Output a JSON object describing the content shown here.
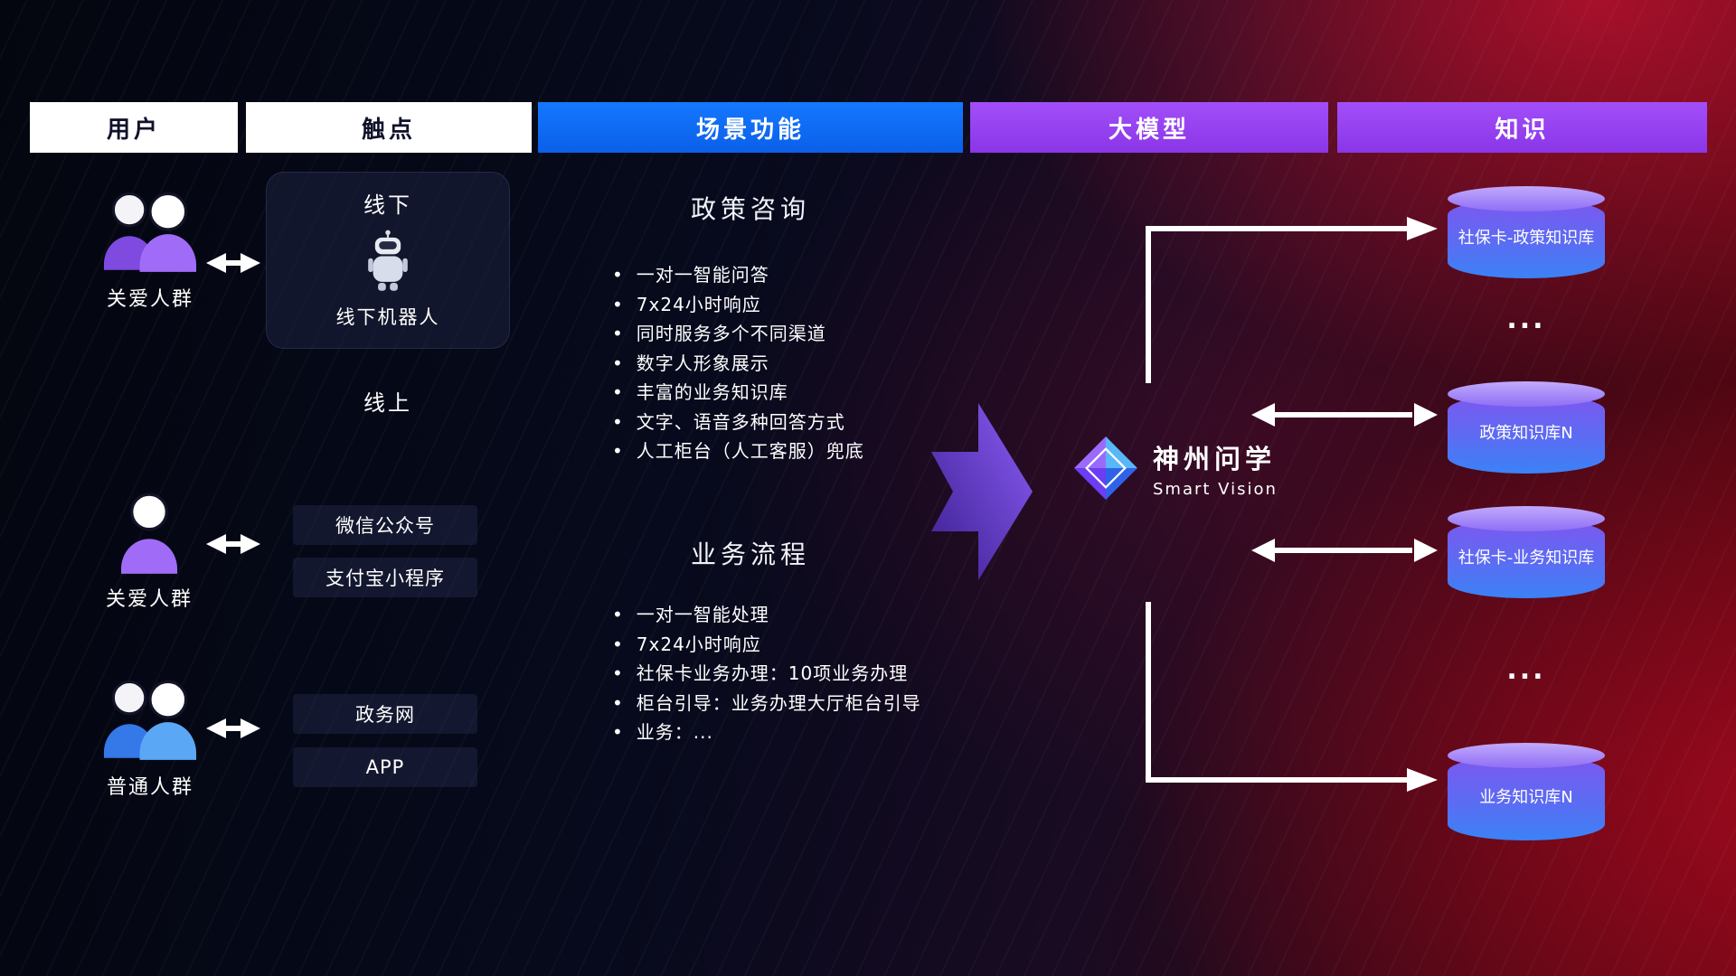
{
  "header": {
    "columns": [
      {
        "label": "用户"
      },
      {
        "label": "触点"
      },
      {
        "label": "场景功能"
      },
      {
        "label": "大模型"
      },
      {
        "label": "知识"
      }
    ]
  },
  "users": [
    {
      "label": "关爱人群"
    },
    {
      "label": "关爱人群"
    },
    {
      "label": "普通人群"
    }
  ],
  "touchpoints": {
    "offline_title": "线下",
    "offline_robot_label": "线下机器人",
    "online_title": "线上",
    "channels": [
      {
        "label": "微信公众号"
      },
      {
        "label": "支付宝小程序"
      },
      {
        "label": "政务网"
      },
      {
        "label": "APP"
      }
    ]
  },
  "scenes": [
    {
      "title": "政策咨询",
      "items": [
        "一对一智能问答",
        "7x24小时响应",
        "同时服务多个不同渠道",
        "数字人形象展示",
        "丰富的业务知识库",
        "文字、语音多种回答方式",
        "人工柜台（人工客服）兜底"
      ]
    },
    {
      "title": "业务流程",
      "items": [
        "一对一智能处理",
        "7x24小时响应",
        "社保卡业务办理：10项业务办理",
        "柜台引导：业务办理大厅柜台引导",
        "业务：..."
      ]
    }
  ],
  "model": {
    "name": "神州问学",
    "subtitle": "Smart Vision"
  },
  "knowledge": {
    "databases": [
      {
        "label": "社保卡-政策知识库"
      },
      {
        "label": "政策知识库N"
      },
      {
        "label": "社保卡-业务知识库"
      },
      {
        "label": "业务知识库N"
      }
    ],
    "ellipsis": "..."
  },
  "icons": {
    "users_group": "group-icon",
    "user_single": "person-icon",
    "robot": "robot-icon",
    "logo": "gem-diamond-icon"
  },
  "colors": {
    "header_blue": "#0e6dff",
    "header_purple": "#9b45f5",
    "flow_arrow_purple": "#7c4dff",
    "cylinder_purple": "#8a63f2",
    "cylinder_blue": "#3b82f6",
    "connector_white": "#ffffff"
  }
}
